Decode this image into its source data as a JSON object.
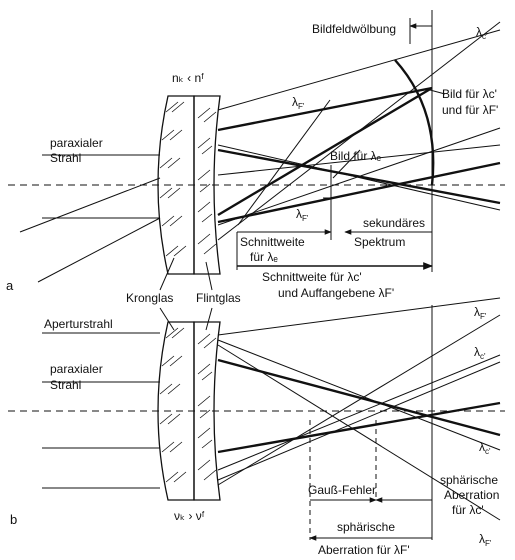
{
  "panel_a": {
    "panel_label": "a",
    "index_relation": "nₖ ‹ nᶠ",
    "paraxial_ray": [
      "paraxialer",
      "Strahl"
    ],
    "field_curvature": "Bildfeldwölbung",
    "lambda_c_top": "λ",
    "lambda_c_top_sub": "c'",
    "lambda_F_ray": "λ",
    "lambda_F_ray_sub": "F'",
    "image_c_F": [
      "Bild für λc'",
      "und für λF'"
    ],
    "image_e": "Bild für λₑ",
    "lambda_F_focus": "λ",
    "lambda_F_focus_sub": "F'",
    "secondary_spectrum": [
      "sekundäres",
      "Spektrum"
    ],
    "back_focus_e": [
      "Schnittweite",
      "für λₑ"
    ],
    "back_focus_c": [
      "Schnittweite für λc'",
      "und Auffangebene λF'"
    ],
    "crown_glass": "Kronglas",
    "flint_glass": "Flintglas"
  },
  "panel_b": {
    "panel_label": "b",
    "aperture_ray": "Aperturstrahl",
    "paraxial_ray": [
      "paraxialer",
      "Strahl"
    ],
    "abbe_relation": "νₖ › νᶠ",
    "lambda_F_top": "λ",
    "lambda_F_top_sub": "F'",
    "lambda_c_upper": "λ",
    "lambda_c_upper_sub": "c'",
    "lambda_c_lower": "λ",
    "lambda_c_lower_sub": "c'",
    "lambda_F_bottom": "λ",
    "lambda_F_bottom_sub": "F'",
    "gauss_error": "Gauß-Fehler",
    "spherical_c": [
      "sphärische",
      "Aberration",
      "für λc'"
    ],
    "spherical_F": [
      "sphärische",
      "Aberration für λF'"
    ]
  }
}
